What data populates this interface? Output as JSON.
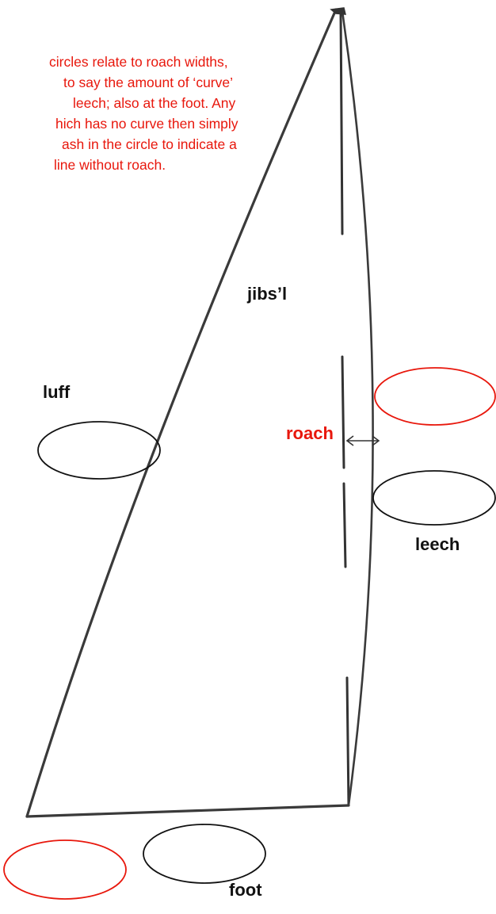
{
  "note": {
    "lines": [
      "circles relate to roach widths,",
      "to say the amount of  ‘curve’",
      "leech; also at the foot. Any",
      "hich has no curve then simply",
      "ash in the circle to indicate a",
      "line without roach."
    ]
  },
  "labels": {
    "sail_name": "jibs’l",
    "luff": "luff",
    "roach": "roach",
    "leech": "leech",
    "foot": "foot"
  },
  "colors": {
    "note_text": "#e8170c",
    "red_circle": "#e8170c",
    "black_circle": "#111111",
    "sail_outline": "#3a3a3a"
  }
}
